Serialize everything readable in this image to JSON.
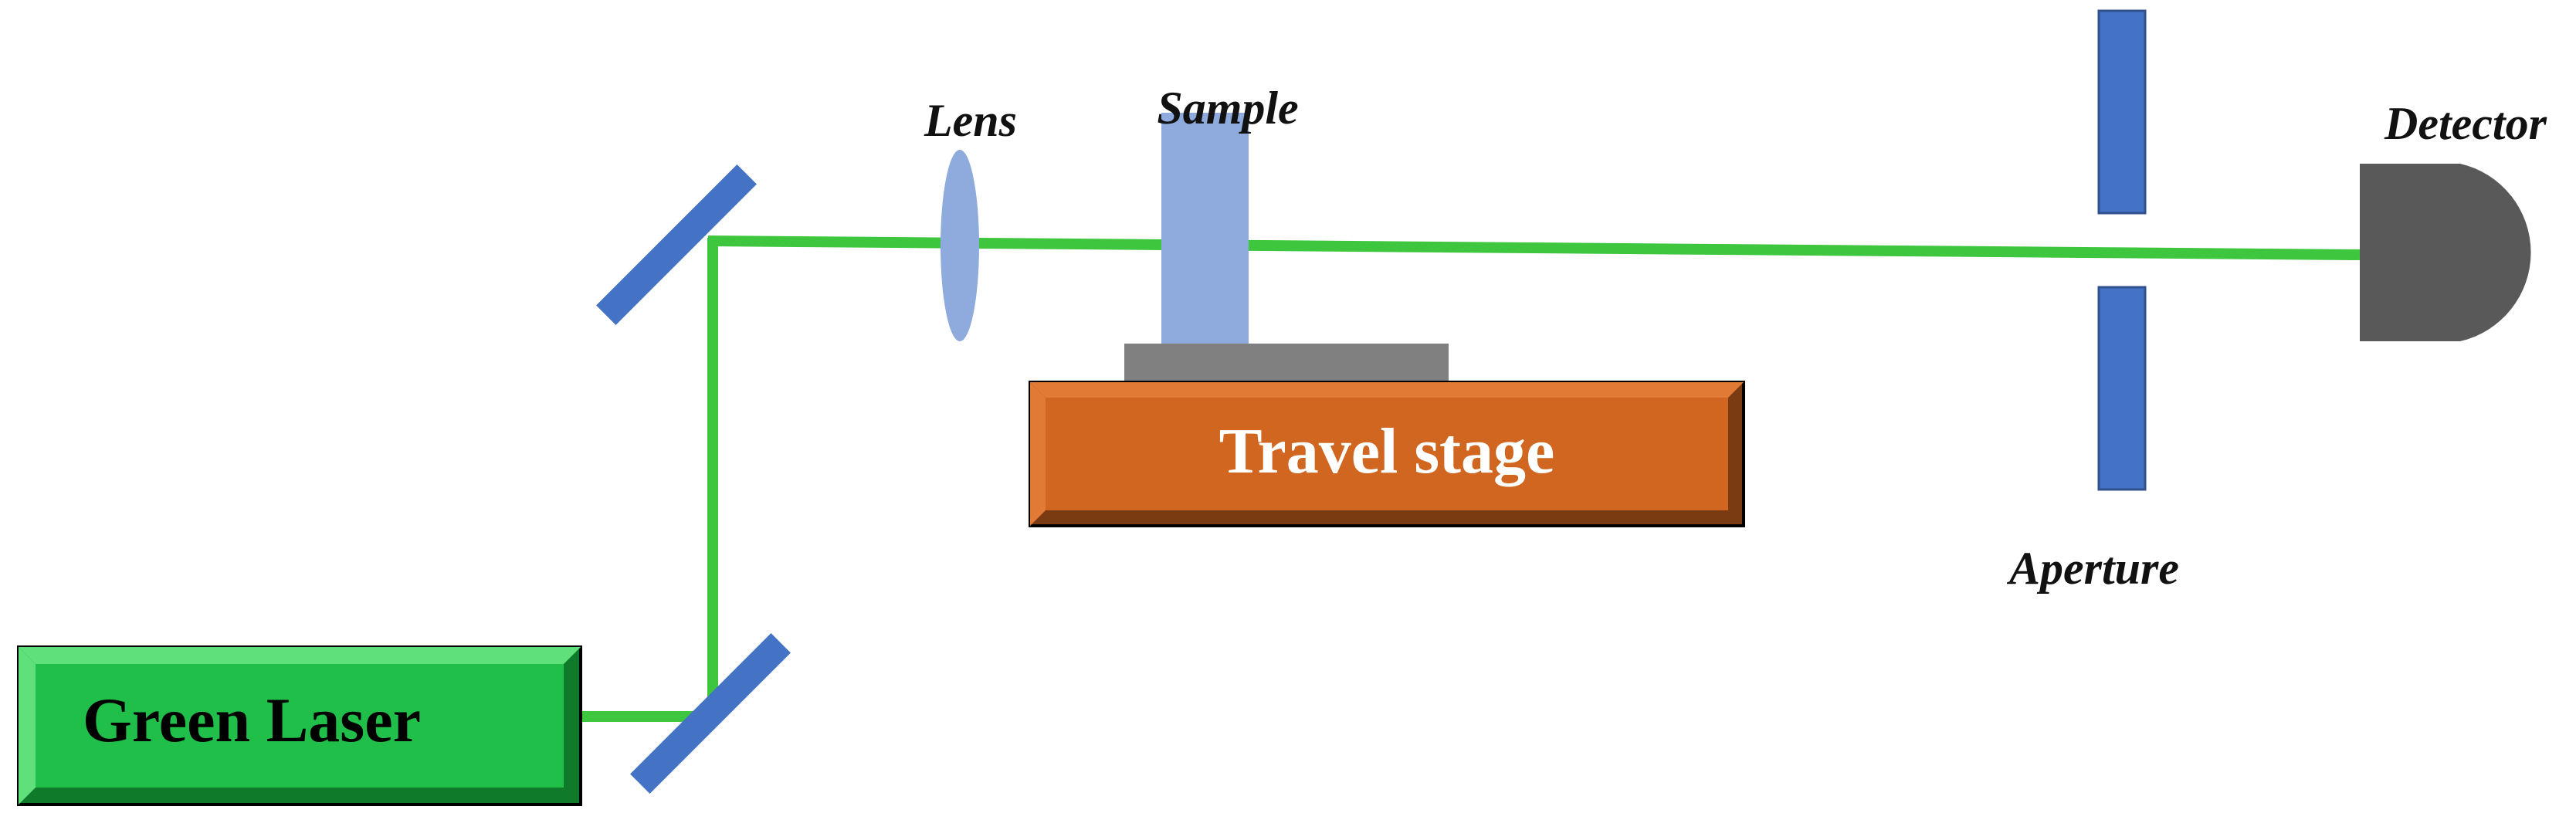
{
  "labels": {
    "lens": "Lens",
    "sample": "Sample",
    "detector": "Detector",
    "aperture": "Aperture",
    "travel_stage": "Travel stage",
    "green_laser": "Green Laser"
  },
  "colors": {
    "beam": "#3ec63e",
    "mirror": "#4472c4",
    "aperture": "#4472c4",
    "lens": "#8faadc",
    "sample": "#8faadc",
    "sample_holder": "#808080",
    "travel_stage_fill": "#d06620",
    "travel_stage_bevel": "#7a3a12",
    "travel_stage_text": "#ffffff",
    "laser_fill": "#1fbf4a",
    "laser_bevel": "#0f7a2a",
    "laser_text": "#000000",
    "detector": "#595959",
    "outline": "#000000"
  },
  "icons": {
    "laser": "laser-source-box",
    "mirror": "mirror-plate",
    "lens": "convex-lens",
    "aperture": "slit-aperture",
    "detector": "photodetector",
    "stage": "translation-stage"
  }
}
